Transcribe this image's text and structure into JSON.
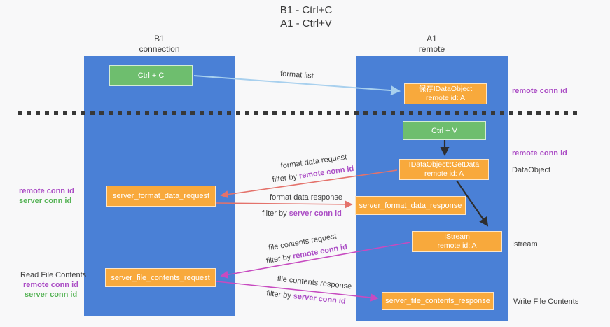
{
  "title": {
    "line1": "B1 - Ctrl+C",
    "line2": "A1 - Ctrl+V"
  },
  "columns": {
    "left": {
      "name": "B1",
      "role": "connection"
    },
    "right": {
      "name": "A1",
      "role": "remote"
    }
  },
  "nodes": {
    "ctrl_c": {
      "label": "Ctrl + C"
    },
    "save_idataobject": {
      "line1": "保存IDataObject",
      "line2": "remote id: A"
    },
    "ctrl_v": {
      "label": "Ctrl + V"
    },
    "idataobject_getdata": {
      "line1": "IDataObject::GetData",
      "line2": "remote id: A"
    },
    "server_format_data_request": {
      "label": "server_format_data_request"
    },
    "server_format_data_response": {
      "label": "server_format_data_response"
    },
    "istream": {
      "line1": "IStream",
      "line2": "remote id: A"
    },
    "server_file_contents_request": {
      "label": "server_file_contents_request"
    },
    "server_file_contents_response": {
      "label": "server_file_contents_response"
    }
  },
  "flow_labels": {
    "format_list": "format list",
    "format_data_request": "format data request",
    "format_data_response": "format data response",
    "file_contents_request": "file contents request",
    "file_contents_response": "file contents response",
    "filter_by": "filter by ",
    "remote_conn_id": "remote conn id",
    "server_conn_id": "server conn id"
  },
  "side_labels": {
    "remote_conn_id": "remote conn id",
    "server_conn_id": "server conn id",
    "dataobject": "DataObject",
    "istream": "Istream",
    "read_file_contents": "Read File Contents",
    "write_file_contents": "Write File Contents"
  },
  "colors": {
    "column_blue": "#4a80d6",
    "node_green": "#6ebe6e",
    "node_orange": "#f8a93c",
    "arrow_blue": "#a8d0ee",
    "arrow_red": "#e4726b",
    "arrow_magenta": "#c74bc0",
    "arrow_black": "#2e2e2e",
    "text_purple": "#ab4dc5",
    "text_green": "#56b356",
    "dash_color": "#383838"
  }
}
